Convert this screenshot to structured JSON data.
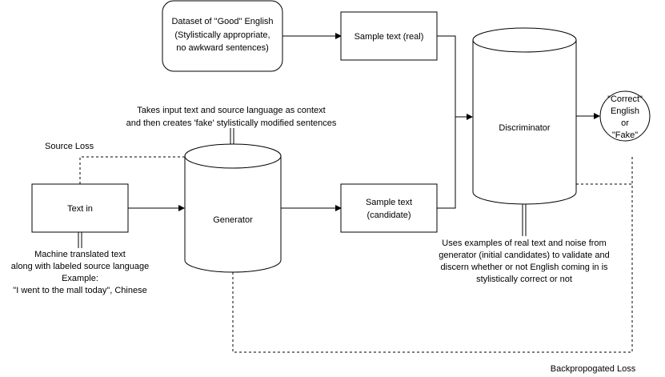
{
  "nodes": {
    "dataset": [
      "Dataset of \"Good\" English",
      "(Stylistically appropriate,",
      "no awkward sentences)"
    ],
    "sample_real": [
      "Sample text (real)"
    ],
    "discriminator": [
      "Discriminator"
    ],
    "output": [
      "\"Correct\"",
      "English",
      "or",
      "\"Fake\""
    ],
    "text_in": [
      "Text in"
    ],
    "generator": [
      "Generator"
    ],
    "sample_candidate": [
      "Sample text",
      "(candidate)"
    ]
  },
  "annotations": {
    "generator_note": [
      "Takes input text and source language as context",
      "and then creates 'fake' stylistically modified sentences"
    ],
    "source_loss": "Source Loss",
    "text_in_note": [
      "Machine translated text",
      "along with labeled source language",
      "Example:",
      "\"I went to the mall today\", Chinese"
    ],
    "discriminator_note": [
      "Uses examples of real text and noise from",
      "generator (initial candidates) to validate and",
      "discern whether or not English coming in is",
      "stylistically correct or not"
    ],
    "backprop_loss": "Backpropogated Loss"
  }
}
